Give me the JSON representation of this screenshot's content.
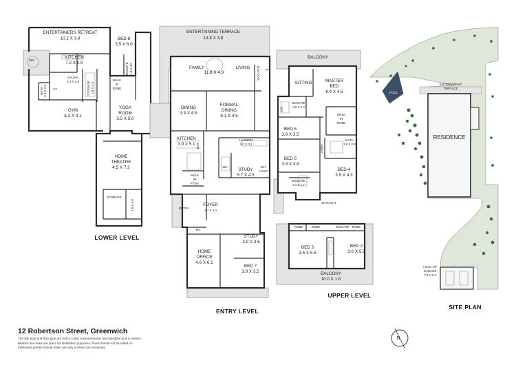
{
  "address": "12 Robertson Street, Greenwich",
  "disclaimer": [
    "The site plan and floor plan are not to scale; measurements are indicative and in metres.",
    "Bushes and trees are place for illustration purposes. Plans should not be relied on.",
    "Interested parties should make and rely on their own enquiries."
  ],
  "levels": {
    "lower": "LOWER LEVEL",
    "entry": "ENTRY LEVEL",
    "upper": "UPPER LEVEL",
    "site": "SITE PLAN"
  },
  "lower": {
    "entertainers_retreat": {
      "name": "ENTERTAINERS RETREAT",
      "size": "10.2 X 3.9"
    },
    "spa": "SPA",
    "kitchen": {
      "name": "KITCHEN",
      "size": "7.2 X 2.0"
    },
    "sauna": {
      "name": "SAUNA",
      "size": "2.4 X 2.8"
    },
    "storage": {
      "name": "STORAGE",
      "size": "1.8 X 2.9"
    },
    "bed8": {
      "name": "BED 8",
      "size": "3.5 X 6.0"
    },
    "ensuite": {
      "name": "ENSUITE",
      "size": "1.8 X 4.0"
    },
    "walk_in_robe": [
      "WALK",
      "IN",
      "ROBE"
    ],
    "bath": {
      "name": "BATH",
      "size": "2.1 X 3.4"
    },
    "st": "ST",
    "gym": {
      "name": "GYM",
      "size": "6.3 X 4.1"
    },
    "yoga_room": {
      "name": "YOGA",
      "name2": "ROOM",
      "size": "3.5 X 5.0"
    },
    "home_theatre": {
      "name": "HOME",
      "name2": "THEATRE",
      "size": "4.5 X 7.2"
    },
    "storage2": {
      "name": "STORAGE",
      "size": "1.5 X 4.0"
    }
  },
  "entry": {
    "terrace": {
      "name": "ENTERTAINING TERRACE",
      "size": "13.8 X 3.8"
    },
    "family": "FAMILY",
    "family_size": "11.8 X 4.9",
    "living": "LIVING",
    "skylight": "SKYLIGHT",
    "ff": "FF",
    "dining": {
      "name": "DINING",
      "size": "3.9 X 4.5"
    },
    "formal_dining": {
      "name": "FORMAL",
      "name2": "DINING",
      "size": "6.1 X 4.5"
    },
    "kitchen": {
      "name": "KITCHEN",
      "size": "3.9 X 5.1"
    },
    "bar": "BAR",
    "laundry": {
      "name": "LAUNDRY",
      "size": "5.7 X 3.1"
    },
    "wc": "WC",
    "study": {
      "name": "STUDY",
      "size": "5.7 X 4.5"
    },
    "sky_light": [
      "SKY",
      "LIGHT"
    ],
    "walk_in_pantry": [
      "WALK",
      "IN",
      "P'TRY"
    ],
    "entry": "ENTRY",
    "foyer": {
      "name": "FOYER",
      "size": "4.7 X 4.0"
    },
    "wc2": "WC",
    "home_office": {
      "name": "HOME",
      "name2": "OFFICE",
      "size": "4.6 X 6.1"
    },
    "study2": {
      "name": "STUDY",
      "size": "3.9 X 3.6"
    },
    "bed7": {
      "name": "BED 7",
      "size": "3.9 X 3.5"
    }
  },
  "upper": {
    "balcony_top": "BALCONY",
    "sitting": "SITTING",
    "master_bed": {
      "name": "MASTER",
      "name2": "BED",
      "size": "8.4 X 4.5"
    },
    "spa": "SPA",
    "ensuite_master": {
      "name": "ENSUITE",
      "size": "3.9 X 2.4"
    },
    "walk_in_robe": [
      "WALK",
      "IN",
      "ROBE"
    ],
    "bed6": {
      "name": "BED 6",
      "size": "3.9 X 3.5"
    },
    "bed5": {
      "name": "BED 5",
      "size": "3.9 X 3.8"
    },
    "bath": {
      "name": "BATH",
      "size": "2.8 X 2.9"
    },
    "linen": "LINEN",
    "bed4": {
      "name": "BED 4",
      "size": "3.9 X 4.3"
    },
    "ensuite": {
      "name": "ENSUITE",
      "size": "2.3 X 1.7"
    },
    "skylight": "SKYLIGHT",
    "robe": "ROBE",
    "ensuite_small": "ENSUITE",
    "bed3": {
      "name": "BED 3",
      "size": "3.6 X 5.5"
    },
    "bed2": {
      "name": "BED 2",
      "size": "3.6 X 5.3"
    },
    "balcony": {
      "name": "BALCONY",
      "size": "10.0 X 1.6"
    }
  },
  "site": {
    "pool": "POOL",
    "terrace": [
      "ENTERTAINING",
      "TERRACE"
    ],
    "residence": "RESIDENCE",
    "garage": [
      "LOCK-UP",
      "GARAGE",
      "7.9 X 6.4"
    ]
  },
  "compass": "N",
  "colors": {
    "wall": "#2b2b2b",
    "deck": "#e4e4e4",
    "lawn": "#dfe7da",
    "tree": "#3f6a3f",
    "pool": "#3d4f66"
  }
}
